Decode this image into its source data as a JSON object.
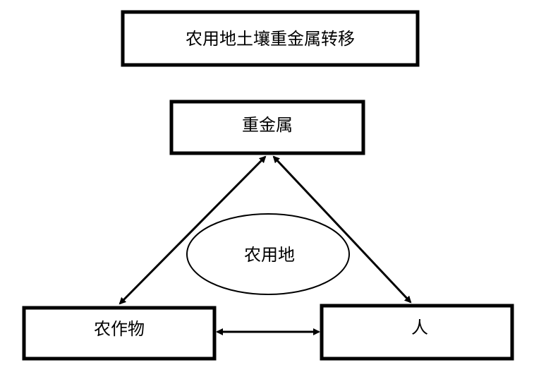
{
  "title": "农用地土壤重金属转移",
  "nodes": {
    "heavy_metal": "重金属",
    "farmland": "农用地",
    "crops": "农作物",
    "people": "人"
  },
  "colors": {
    "stroke": "#000000",
    "background": "#ffffff"
  }
}
